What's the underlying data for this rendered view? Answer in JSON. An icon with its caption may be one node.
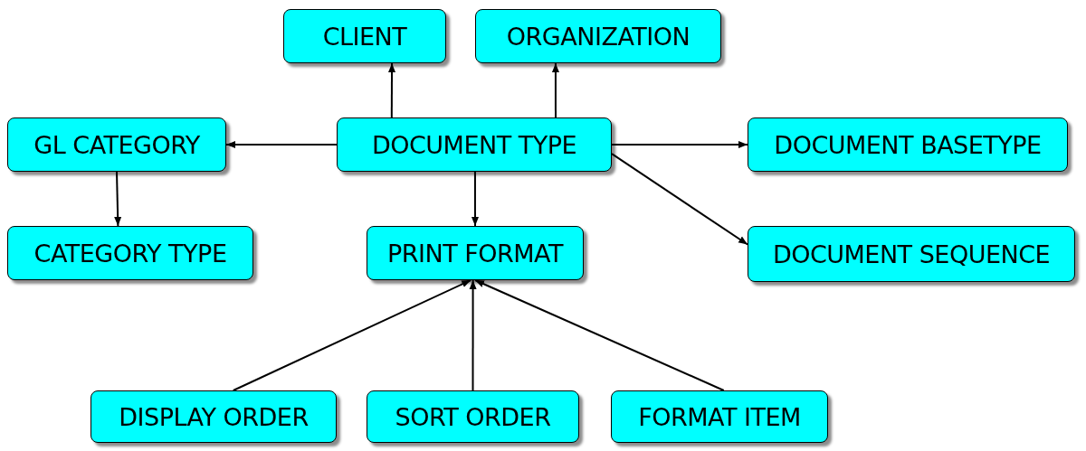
{
  "diagram": {
    "nodes": [
      {
        "text": [
          "CLIENT"
        ]
      },
      {
        "text": [
          "ORGANIZATION"
        ]
      },
      {
        "text": [
          "GL CATEGORY"
        ]
      },
      {
        "text": [
          "DOCUMENT TYPE"
        ]
      },
      {
        "text": [
          "DOCUMENT BASETYPE"
        ]
      },
      {
        "text": [
          "CATEGORY TYPE"
        ]
      },
      {
        "text": [
          "PRINT FORMAT"
        ]
      },
      {
        "text": [
          "DOCUMENT SEQUENCE"
        ]
      },
      {
        "text": [
          "DISPLAY ORDER"
        ]
      },
      {
        "text": [
          "SORT ORDER"
        ]
      },
      {
        "text": [
          "FORMAT ITEM"
        ]
      }
    ],
    "edges": [
      {
        "from": 3,
        "to": 0,
        "arrow": "to"
      },
      {
        "from": 3,
        "to": 1,
        "arrow": "to"
      },
      {
        "from": 3,
        "to": 2,
        "arrow": "to"
      },
      {
        "from": 3,
        "to": 4,
        "arrow": "to"
      },
      {
        "from": 3,
        "to": 7,
        "arrow": "to"
      },
      {
        "from": 3,
        "to": 6,
        "arrow": "to"
      },
      {
        "from": 2,
        "to": 5,
        "arrow": "to"
      },
      {
        "from": 8,
        "to": 6,
        "arrow": "to"
      },
      {
        "from": 9,
        "to": 6,
        "arrow": "to"
      },
      {
        "from": 10,
        "to": 6,
        "arrow": "to"
      }
    ]
  }
}
